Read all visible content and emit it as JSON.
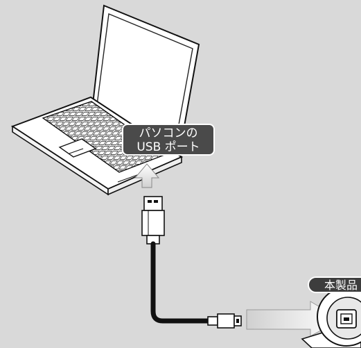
{
  "labels": {
    "pc_port_line1": "パソコンの",
    "pc_port_line2": "USB ポート",
    "device": "本製品"
  },
  "colors": {
    "background": "#d9d9d9",
    "label_fill": "#4a4a4a",
    "arrow_fill": "#f0f0f0",
    "cable": "#1a1a1a"
  }
}
